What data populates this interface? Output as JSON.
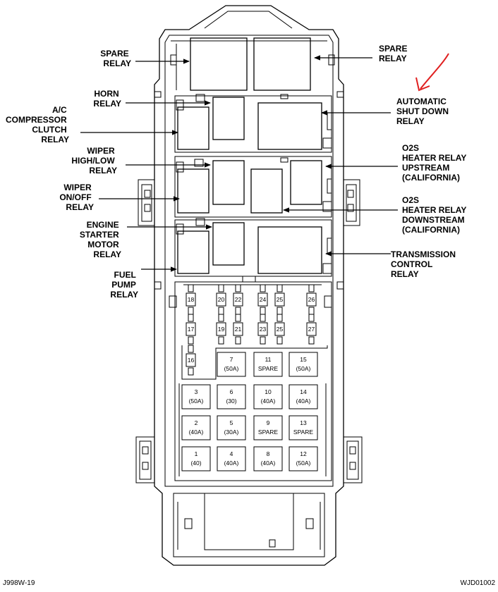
{
  "labels": {
    "spare_relay_left": [
      "SPARE",
      "RELAY"
    ],
    "spare_relay_right": [
      "SPARE",
      "RELAY"
    ],
    "horn_relay": [
      "HORN",
      "RELAY"
    ],
    "ac_compressor": [
      "A/C",
      "COMPRESSOR",
      "CLUTCH",
      "RELAY"
    ],
    "wiper_high_low": [
      "WIPER",
      "HIGH/LOW",
      "RELAY"
    ],
    "wiper_on_off": [
      "WIPER",
      "ON/OFF",
      "RELAY"
    ],
    "engine_starter": [
      "ENGINE",
      "STARTER",
      "MOTOR",
      "RELAY"
    ],
    "fuel_pump": [
      "FUEL",
      "PUMP",
      "RELAY"
    ],
    "auto_shutdown": [
      "AUTOMATIC",
      "SHUT DOWN",
      "RELAY"
    ],
    "o2s_upstream": [
      "O2S",
      "HEATER RELAY",
      "UPSTREAM",
      "(CALIFORNIA)"
    ],
    "o2s_downstream": [
      "O2S",
      "HEATER RELAY",
      "DOWNSTREAM",
      "(CALIFORNIA)"
    ],
    "transmission_control": [
      "TRANSMISSION",
      "CONTROL",
      "RELAY"
    ]
  },
  "mini_fuses": [
    "18",
    "20",
    "22",
    "24",
    "25",
    "26",
    "17",
    "19",
    "21",
    "23",
    "25",
    "27",
    "16"
  ],
  "maxi_fuses": [
    {
      "num": "7",
      "rating": "(50A)"
    },
    {
      "num": "11",
      "rating": "SPARE"
    },
    {
      "num": "15",
      "rating": "(50A)"
    },
    {
      "num": "3",
      "rating": "(50A)"
    },
    {
      "num": "6",
      "rating": "(30)"
    },
    {
      "num": "10",
      "rating": "(40A)"
    },
    {
      "num": "14",
      "rating": "(40A)"
    },
    {
      "num": "2",
      "rating": "(40A)"
    },
    {
      "num": "5",
      "rating": "(30A)"
    },
    {
      "num": "9",
      "rating": "SPARE"
    },
    {
      "num": "13",
      "rating": "SPARE"
    },
    {
      "num": "1",
      "rating": "(40)"
    },
    {
      "num": "4",
      "rating": "(40A)"
    },
    {
      "num": "8",
      "rating": "(40A)"
    },
    {
      "num": "12",
      "rating": "(50A)"
    }
  ],
  "footer": {
    "left": "J998W-19",
    "right": "WJD01002"
  },
  "colors": {
    "ink": "#000000",
    "annotation": "#e02020",
    "background": "#ffffff"
  }
}
